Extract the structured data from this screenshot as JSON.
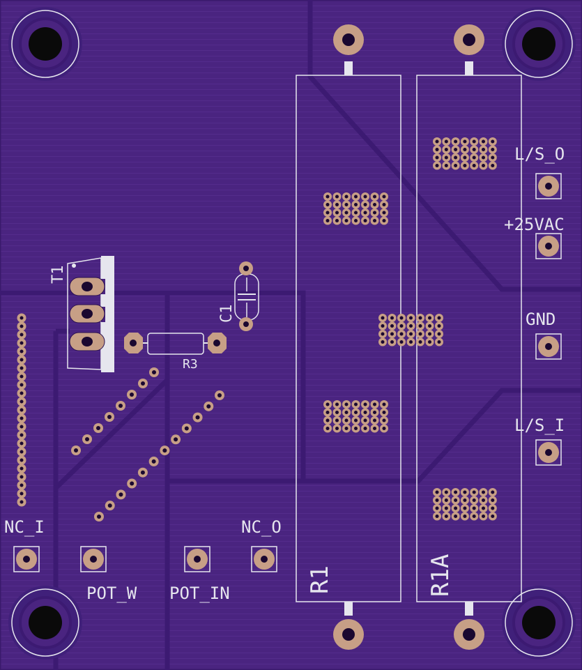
{
  "colors": {
    "board": "#4a2480",
    "trace": "#3c1a72",
    "stripe": "#502a88",
    "pad": "#c79f86",
    "silk": "#e6e6ee",
    "hole": "#0a0a0a"
  },
  "labels": {
    "ls_o": "L/S_O",
    "vac": "+25VAC",
    "gnd": "GND",
    "ls_i": "L/S_I",
    "nc_i": "NC_I",
    "nc_o": "NC_O",
    "pot_w": "POT_W",
    "pot_in": "POT_IN",
    "r1": "R1",
    "r1a": "R1A",
    "t1": "T1",
    "c1": "C1",
    "r3": "R3"
  }
}
